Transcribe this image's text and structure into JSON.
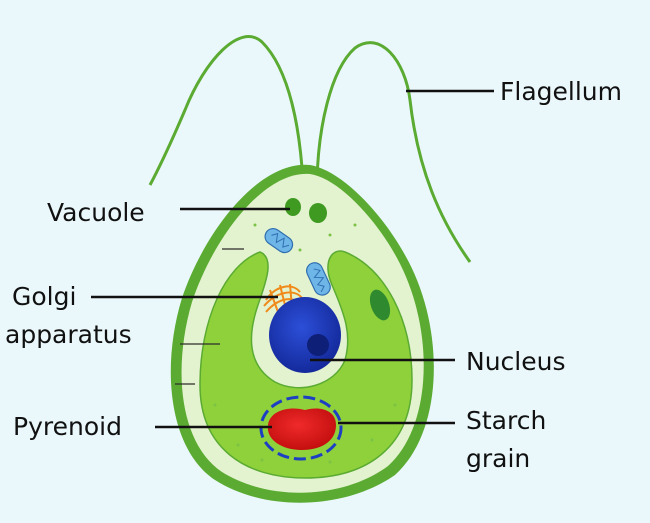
{
  "diagram": {
    "labels": {
      "flagellum": "Flagellum",
      "vacuole": "Vacuole",
      "golgi_line1": "Golgi",
      "golgi_line2": "apparatus",
      "nucleus": "Nucleus",
      "pyrenoid": "Pyrenoid",
      "starch_line1": "Starch",
      "starch_line2": "grain"
    },
    "colors": {
      "background": "#eaf8fb",
      "cell_outer": "#5bab33",
      "cytoplasm": "#e4f3cf",
      "chloroplast": "#8fd13a",
      "nucleus": "#1b36b8",
      "pyrenoid": "#e01818",
      "starch_ring": "#1d3fc4",
      "mitochondria": "#6fb6e8",
      "golgi": "#f08a1a",
      "leader_line": "#111111"
    }
  }
}
